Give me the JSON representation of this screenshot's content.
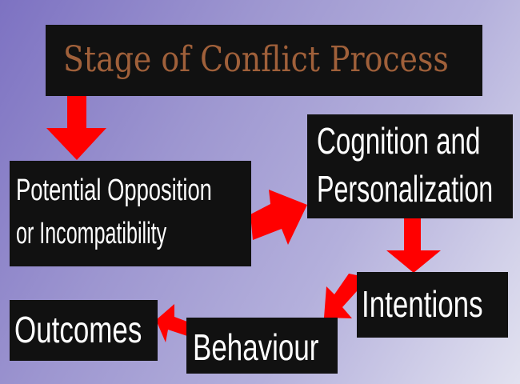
{
  "title": "Stage of Conflict Process",
  "colors": {
    "box": "#111111",
    "arrow": "#ff0000",
    "title_text": "#a0603a",
    "stage_text": "#ffffff"
  },
  "stages": [
    {
      "line1": "Potential Opposition",
      "line2": "or Incompatibility"
    },
    {
      "line1": "Cognition and",
      "line2": "Personalization"
    },
    {
      "line1": "Intentions"
    },
    {
      "line1": "Behaviour"
    },
    {
      "line1": "Outcomes"
    }
  ]
}
